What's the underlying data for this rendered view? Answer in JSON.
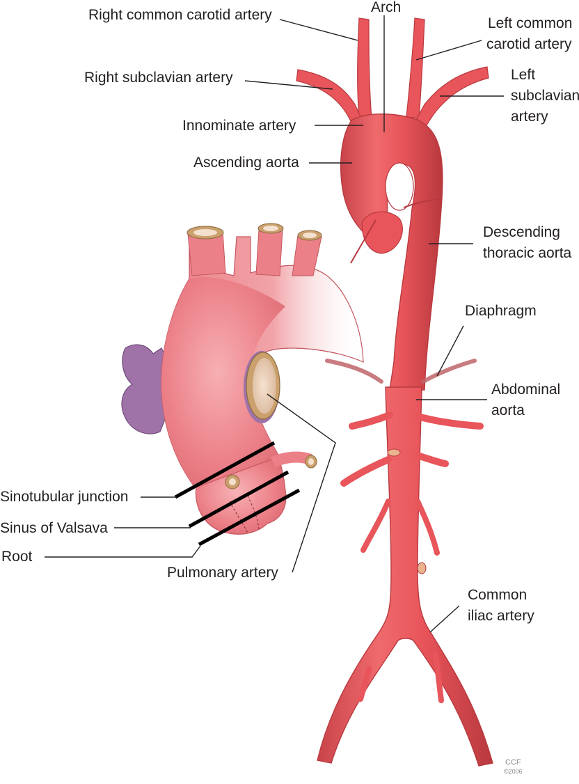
{
  "colors": {
    "artery": "#e8555a",
    "artery_dark": "#b8393e",
    "artery_light": "#f6a4a4",
    "root_pink": "#ec8088",
    "ring_gold": "#caa06c",
    "pulmonary_purple": "#9f72a8",
    "text": "#231f20"
  },
  "labels": {
    "right_common_carotid": "Right common carotid artery",
    "arch": "Arch",
    "left_common_carotid_1": "Left common",
    "left_common_carotid_2": "carotid artery",
    "right_subclavian": "Right subclavian artery",
    "left_subclavian_1": "Left",
    "left_subclavian_2": "subclavian",
    "left_subclavian_3": "artery",
    "innominate": "Innominate artery",
    "ascending": "Ascending aorta",
    "descending_1": "Descending",
    "descending_2": "thoracic aorta",
    "diaphragm": "Diaphragm",
    "abdominal_1": "Abdominal",
    "abdominal_2": "aorta",
    "sinotubular": "Sinotubular junction",
    "sinus": "Sinus of Valsava",
    "root": "Root",
    "pulmonary": "Pulmonary artery",
    "common_iliac_1": "Common",
    "common_iliac_2": "iliac artery",
    "credit_1": "CCF",
    "credit_2": "©2006"
  }
}
